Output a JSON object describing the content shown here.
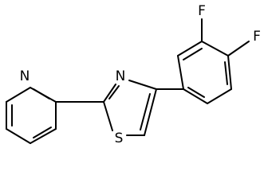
{
  "molecule": {
    "atoms": {
      "pyridine_n": "N",
      "thiazole_n": "N",
      "thiazole_s": "S",
      "fluorine_3": "F",
      "fluorine_4": "F"
    },
    "background": "#ffffff",
    "line_color": "#000000"
  }
}
